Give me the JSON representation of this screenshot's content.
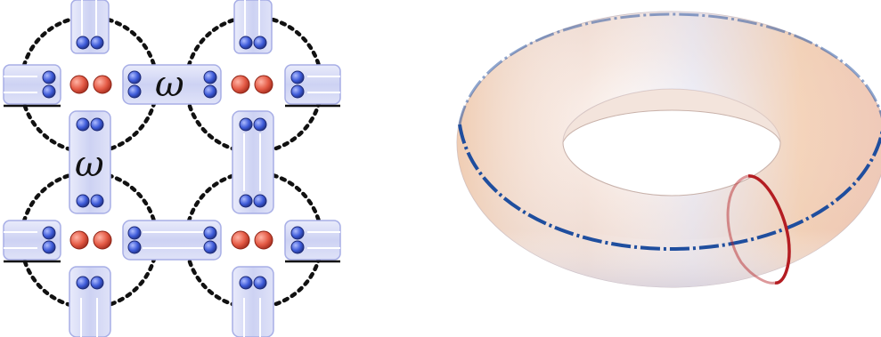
{
  "labels": {
    "omega_top": "ω",
    "omega_left": "ω"
  },
  "colors": {
    "tube": "#d9ddf6",
    "tube_stroke": "#a7aee6",
    "tube_line": "#ffffff",
    "blue_dot": "#3d5ad8",
    "red_dot": "#e45a45",
    "dashed_circle": "#111111",
    "torus_base": "#f3d8cc",
    "torus_warm": "#f0c7a8",
    "torus_cool": "#e9ecfa",
    "longitude_loop": "#1f4e9e",
    "meridian_loop": "#b41d22"
  },
  "lattice": {
    "rows": 2,
    "cols": 2
  }
}
